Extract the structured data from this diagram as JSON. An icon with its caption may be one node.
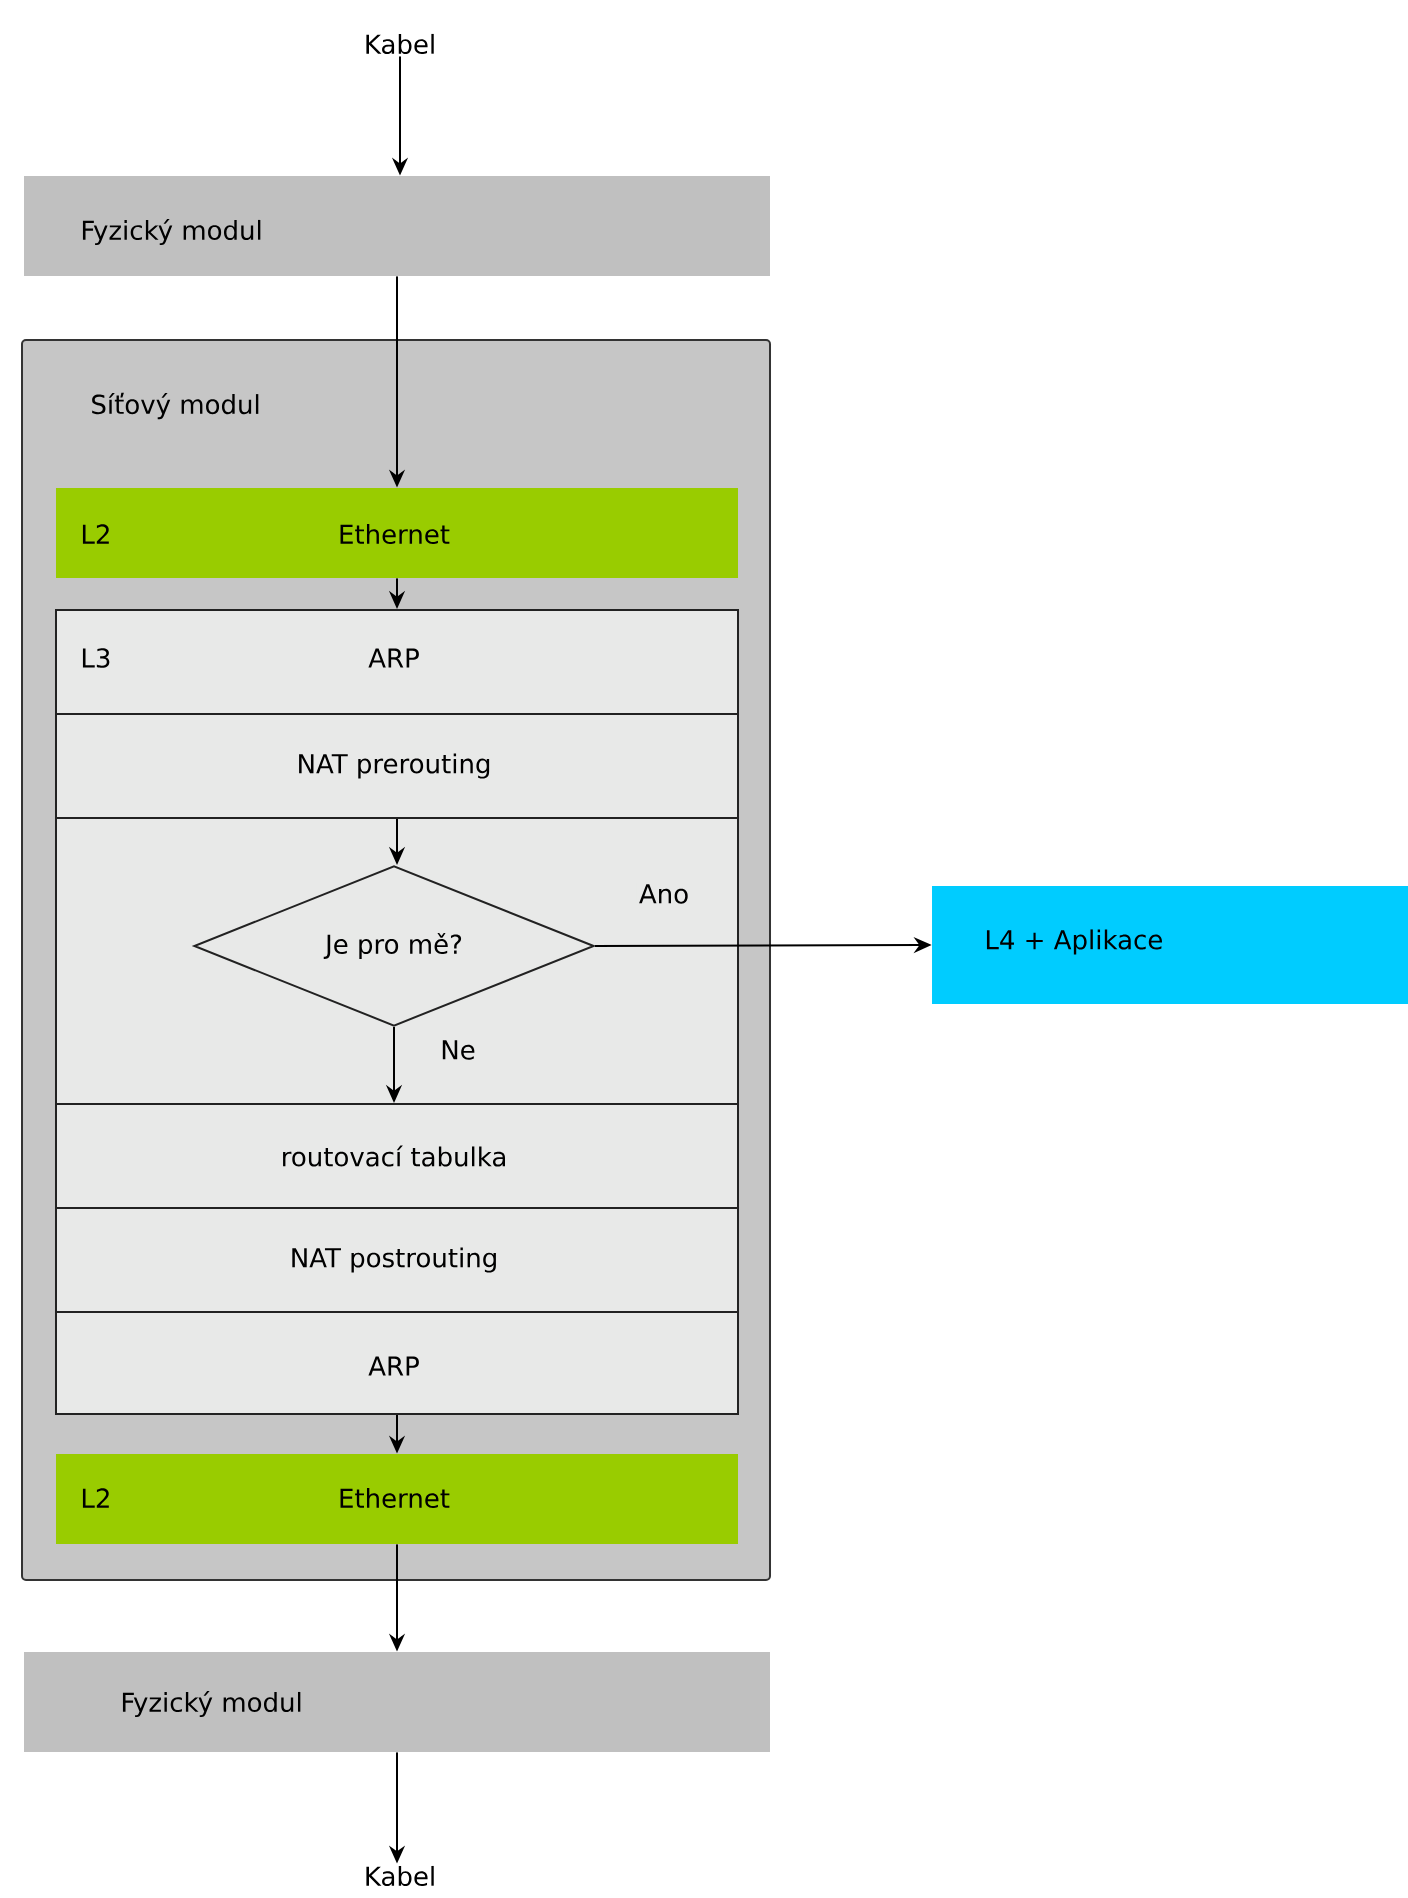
{
  "diagram": {
    "nodes": [
      {
        "text": [
          "Kabel"
        ]
      },
      {
        "text": [
          "Fyzický modul"
        ]
      },
      {
        "text": [
          "Síťový modul"
        ]
      },
      {
        "text": [
          "L2",
          "Ethernet"
        ],
        "in": 2
      },
      {
        "text": [
          "L3",
          "ARP"
        ],
        "in": 2
      },
      {
        "text": [
          "NAT prerouting"
        ],
        "in": 2
      },
      {
        "text": [],
        "shape": "box",
        "in": 2
      },
      {
        "text": [
          "Je pro mě?"
        ],
        "in": 6
      },
      {
        "text": [
          "routovací tabulka"
        ],
        "in": 2
      },
      {
        "text": [
          "NAT postrouting"
        ],
        "in": 2
      },
      {
        "text": [
          "ARP"
        ],
        "in": 2
      },
      {
        "text": [
          "L2",
          "Ethernet"
        ],
        "in": 2
      },
      {
        "text": [
          "Fyzický modul"
        ]
      },
      {
        "text": [
          "Kabel"
        ]
      },
      {
        "text": [
          "L4 + Aplikace"
        ]
      }
    ],
    "edges": [
      {
        "from": 0,
        "to": 1,
        "arrow": "to"
      },
      {
        "from": 1,
        "to": 3,
        "arrow": "to"
      },
      {
        "from": 3,
        "to": 4,
        "arrow": "to"
      },
      {
        "from": 5,
        "to": 7,
        "arrow": "to"
      },
      {
        "from": 7,
        "to": 14,
        "arrow": "to",
        "label": "Ano"
      },
      {
        "from": 7,
        "to": 8,
        "arrow": "to",
        "label": "Ne"
      },
      {
        "from": 10,
        "to": 11,
        "arrow": "to"
      },
      {
        "from": 11,
        "to": 12,
        "arrow": "to"
      },
      {
        "from": 12,
        "to": 13,
        "arrow": "to"
      }
    ]
  }
}
